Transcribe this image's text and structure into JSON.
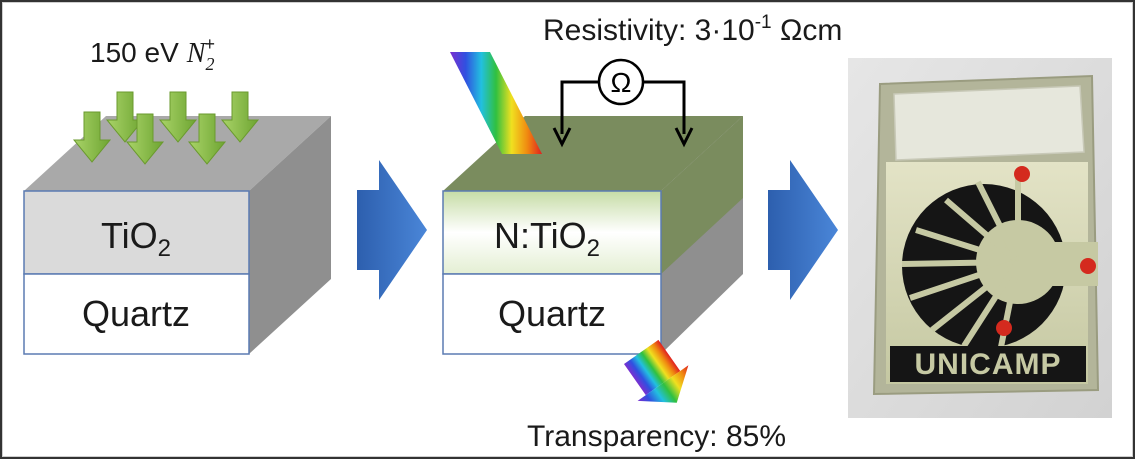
{
  "ion_beam": {
    "energy_label": "150 eV",
    "ion_base": "N",
    "ion_subscript": "2",
    "ion_superscript": "+"
  },
  "sample_initial": {
    "film_label": "TiO",
    "film_subscript": "2",
    "substrate_label": "Quartz"
  },
  "sample_doped": {
    "film_label": "N:TiO",
    "film_subscript": "2",
    "substrate_label": "Quartz"
  },
  "resistivity": {
    "prefix": "Resistivity: 3·10",
    "exponent": "-1",
    "unit": " Ωcm",
    "meter_symbol": "Ω"
  },
  "transparency": {
    "label": "Transparency:  85%"
  },
  "photo": {
    "logo_text": "UNICAMP"
  },
  "colors": {
    "arrow_blue": "#3a6fc0",
    "ion_arrow_green": "#8cc04a",
    "doped_top": "#7a8c5e",
    "dot_red": "#d42a1e"
  }
}
